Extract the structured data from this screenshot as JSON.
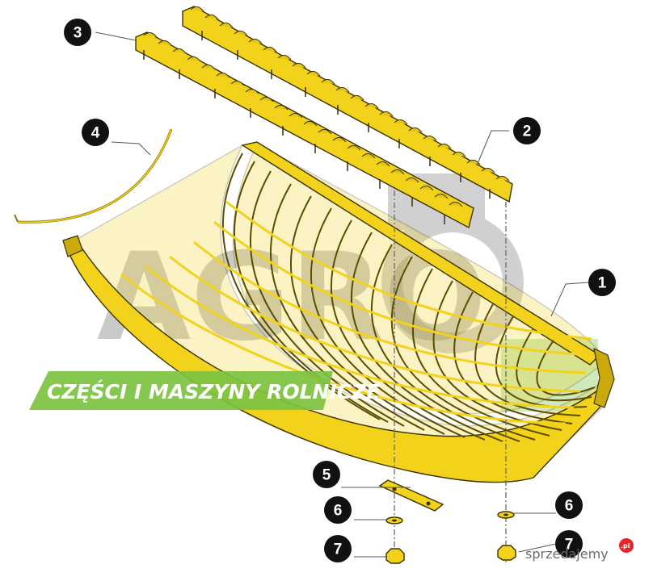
{
  "callouts": [
    {
      "label": "1"
    },
    {
      "label": "2"
    },
    {
      "label": "3"
    },
    {
      "label": "4"
    },
    {
      "label": "5"
    },
    {
      "label": "6"
    },
    {
      "label": "6"
    },
    {
      "label": "7"
    },
    {
      "label": "7"
    }
  ],
  "watermark": {
    "brand": "AGRO",
    "banner": "CZĘŚCI I MASZYNY ROLNICZE"
  },
  "site_badge": {
    "name": "sprzedajemy",
    "suffix": ".pl"
  },
  "colors": {
    "part_yellow": "#f2d21a",
    "callout_black": "#111111",
    "banner_green": "#7cc241"
  }
}
